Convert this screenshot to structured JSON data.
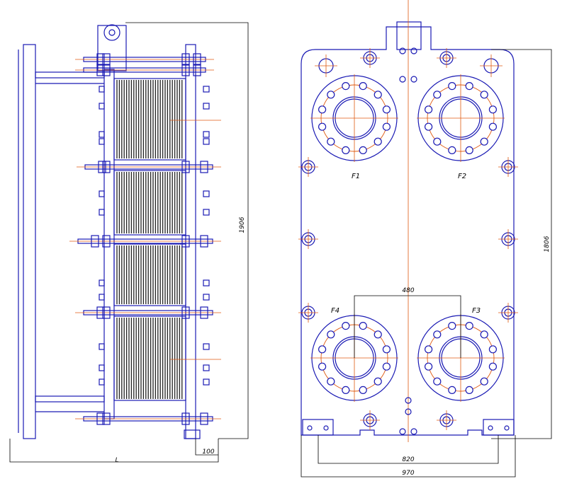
{
  "colors": {
    "outline": "#1a1ab4",
    "center_line": "#e05a10",
    "dimension": "#000000",
    "background": "#ffffff"
  },
  "side_view": {
    "dim_height": "1906",
    "dim_foot": "100",
    "dim_length": "L"
  },
  "front_view": {
    "ports": [
      "F1",
      "F2",
      "F3",
      "F4"
    ],
    "dim_port_spacing": "480",
    "dim_height": "1806",
    "dim_foot_spacing": "820",
    "dim_width": "970"
  }
}
